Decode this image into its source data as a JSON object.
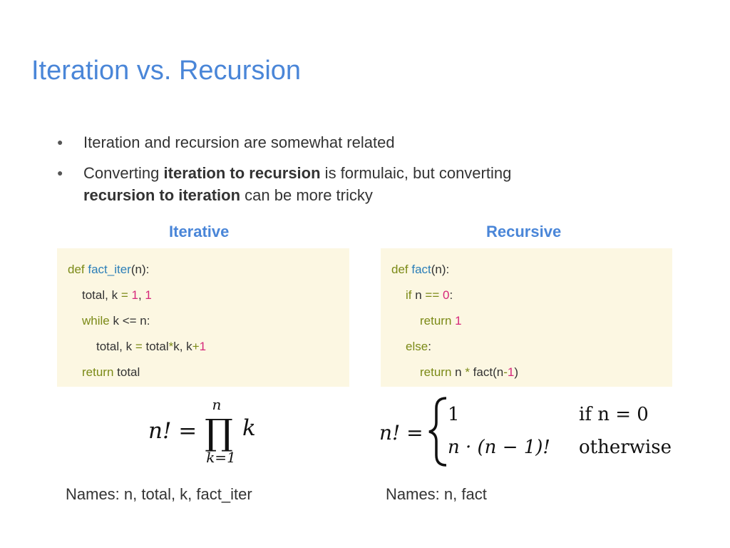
{
  "slide": {
    "title": "Iteration vs. Recursion",
    "bullets": [
      {
        "parts": [
          {
            "t": "Iteration and recursion are somewhat related",
            "b": false
          }
        ]
      },
      {
        "parts": [
          {
            "t": "Converting ",
            "b": false
          },
          {
            "t": "iteration to recursion",
            "b": true
          },
          {
            "t": " is formulaic, but converting ",
            "b": false
          },
          {
            "t": "recursion to iteration",
            "b": true
          },
          {
            "t": " can be more tricky",
            "b": false
          }
        ]
      }
    ]
  },
  "iterative": {
    "heading": "Iterative",
    "names": "Names: n, total, k, fact_iter",
    "code": [
      {
        "indent": 0,
        "tokens": [
          {
            "t": "def ",
            "c": "kw"
          },
          {
            "t": "fact_iter",
            "c": "fn"
          },
          {
            "t": "(n):",
            "c": ""
          }
        ]
      },
      {
        "indent": 1,
        "tokens": [
          {
            "t": "total, k ",
            "c": ""
          },
          {
            "t": "=",
            "c": "op"
          },
          {
            "t": " ",
            "c": ""
          },
          {
            "t": "1",
            "c": "num"
          },
          {
            "t": ", ",
            "c": ""
          },
          {
            "t": "1",
            "c": "num"
          }
        ]
      },
      {
        "indent": 1,
        "tokens": [
          {
            "t": "while",
            "c": "kw"
          },
          {
            "t": " k <= n:",
            "c": ""
          }
        ]
      },
      {
        "indent": 2,
        "tokens": [
          {
            "t": "total, k ",
            "c": ""
          },
          {
            "t": "=",
            "c": "op"
          },
          {
            "t": " total",
            "c": ""
          },
          {
            "t": "*",
            "c": "op"
          },
          {
            "t": "k, k",
            "c": ""
          },
          {
            "t": "+",
            "c": "op"
          },
          {
            "t": "1",
            "c": "num"
          }
        ]
      },
      {
        "indent": 1,
        "tokens": [
          {
            "t": "return",
            "c": "kw"
          },
          {
            "t": " total",
            "c": ""
          }
        ]
      }
    ],
    "formula": {
      "lhs": "n! =",
      "op": "∏",
      "upper": "n",
      "lower": "k=1",
      "body": "k"
    }
  },
  "recursive": {
    "heading": "Recursive",
    "names": "Names: n, fact",
    "code": [
      {
        "indent": 0,
        "tokens": [
          {
            "t": "def ",
            "c": "kw"
          },
          {
            "t": "fact",
            "c": "fn"
          },
          {
            "t": "(n):",
            "c": ""
          }
        ]
      },
      {
        "indent": 1,
        "tokens": [
          {
            "t": "if",
            "c": "kw"
          },
          {
            "t": " n ",
            "c": ""
          },
          {
            "t": "==",
            "c": "op"
          },
          {
            "t": " ",
            "c": ""
          },
          {
            "t": "0",
            "c": "num"
          },
          {
            "t": ":",
            "c": ""
          }
        ]
      },
      {
        "indent": 2,
        "tokens": [
          {
            "t": "return",
            "c": "kw"
          },
          {
            "t": " ",
            "c": ""
          },
          {
            "t": "1",
            "c": "num"
          }
        ]
      },
      {
        "indent": 1,
        "tokens": [
          {
            "t": "else",
            "c": "kw"
          },
          {
            "t": ":",
            "c": ""
          }
        ]
      },
      {
        "indent": 2,
        "tokens": [
          {
            "t": "return",
            "c": "kw"
          },
          {
            "t": " n ",
            "c": ""
          },
          {
            "t": "*",
            "c": "op"
          },
          {
            "t": " fact(n",
            "c": ""
          },
          {
            "t": "-",
            "c": "op"
          },
          {
            "t": "1",
            "c": "num"
          },
          {
            "t": ")",
            "c": ""
          }
        ]
      }
    ],
    "formula": {
      "lhs": "n! =",
      "cases": [
        {
          "value": "1",
          "cond": "if n = 0"
        },
        {
          "value": "n · (n − 1)!",
          "cond": "otherwise"
        }
      ]
    }
  },
  "colors": {
    "title": "#4a86d8",
    "code_bg": "#fcf7e2",
    "keyword": "#7b8a17",
    "function": "#2c7fb8",
    "number": "#d6277a"
  }
}
